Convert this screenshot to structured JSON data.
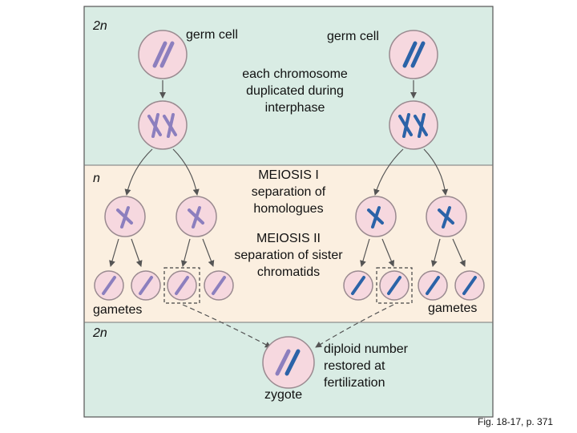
{
  "colors": {
    "green_panel": "#d9ece4",
    "peach_panel": "#fbefe0",
    "cell_fill": "#f6d8df",
    "cell_stroke": "#9a8a90",
    "purple_chromosome": "#8c7fbe",
    "blue_chromosome": "#2b63a8",
    "arrow": "#555555"
  },
  "labels": {
    "ploidy_top": "2n",
    "ploidy_middle": "n",
    "ploidy_bottom": "2n",
    "germ_cell_left": "germ cell",
    "germ_cell_right": "germ cell",
    "duplication_note": [
      "each chromosome",
      "duplicated during",
      "interphase"
    ],
    "meiosis1": [
      "MEIOSIS I",
      "separation of",
      "homologues"
    ],
    "meiosis2": [
      "MEIOSIS II",
      "separation of sister",
      "chromatids"
    ],
    "gametes_left": "gametes",
    "gametes_right": "gametes",
    "zygote": "zygote",
    "diploid_note": [
      "diploid number",
      "restored at",
      "fertilization"
    ],
    "caption": "Fig. 18-17, p. 371"
  }
}
